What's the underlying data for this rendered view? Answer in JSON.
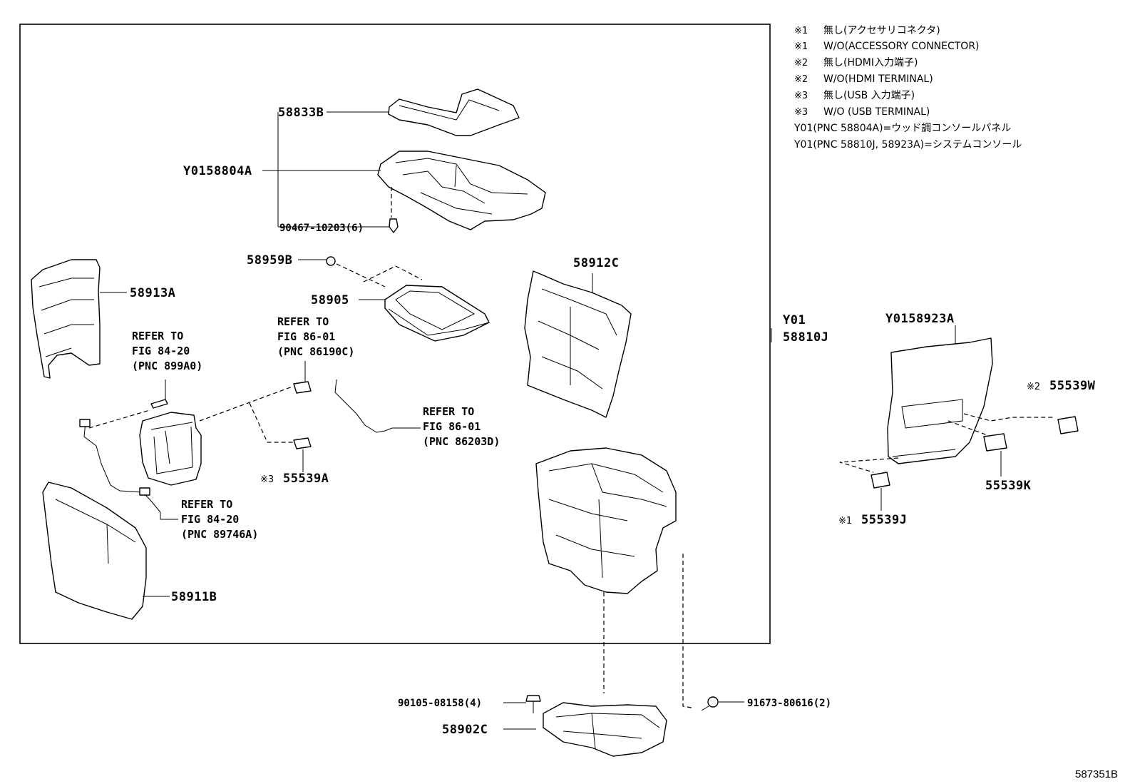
{
  "notes": [
    {
      "mark": "※1",
      "text": "無し(アクセサリコネクタ)"
    },
    {
      "mark": "※1",
      "text": "W/O(ACCESSORY CONNECTOR)"
    },
    {
      "mark": "※2",
      "text": "無し(HDMI入力端子)"
    },
    {
      "mark": "※2",
      "text": "W/O(HDMI TERMINAL)"
    },
    {
      "mark": "※3",
      "text": "無し(USB 入力端子)"
    },
    {
      "mark": "※3",
      "text": "W/O (USB TERMINAL)"
    },
    {
      "mark": "",
      "text": "Y01(PNC 58804A)=ウッド調コンソールパネル"
    },
    {
      "mark": "",
      "text": "Y01(PNC 58810J, 58923A)=システムコンソール"
    }
  ],
  "parts": {
    "p58833B": "58833B",
    "pY0158804A": "Y0158804A",
    "p90467": "90467-10203(6)",
    "p58959B": "58959B",
    "p58905": "58905",
    "p58912C": "58912C",
    "p58913A": "58913A",
    "p58911B": "58911B",
    "p55539A": "55539A",
    "pY01": "Y01",
    "p58810J": "58810J",
    "pY0158923A": "Y0158923A",
    "p55539W": "55539W",
    "p55539K": "55539K",
    "p55539J": "55539J",
    "p90105": "90105-08158(4)",
    "p58902C": "58902C",
    "p91673": "91673-80616(2)"
  },
  "marks": {
    "m3": "※3",
    "m2": "※2",
    "m1": "※1"
  },
  "refs": {
    "r1": [
      "REFER TO",
      "FIG 84-20",
      "(PNC 899A0)"
    ],
    "r2": [
      "REFER TO",
      "FIG 86-01",
      "(PNC 86190C)"
    ],
    "r3": [
      "REFER TO",
      "FIG 86-01",
      "(PNC 86203D)"
    ],
    "r4": [
      "REFER TO",
      "FIG 84-20",
      "(PNC 89746A)"
    ]
  },
  "diagram_code": "587351B"
}
